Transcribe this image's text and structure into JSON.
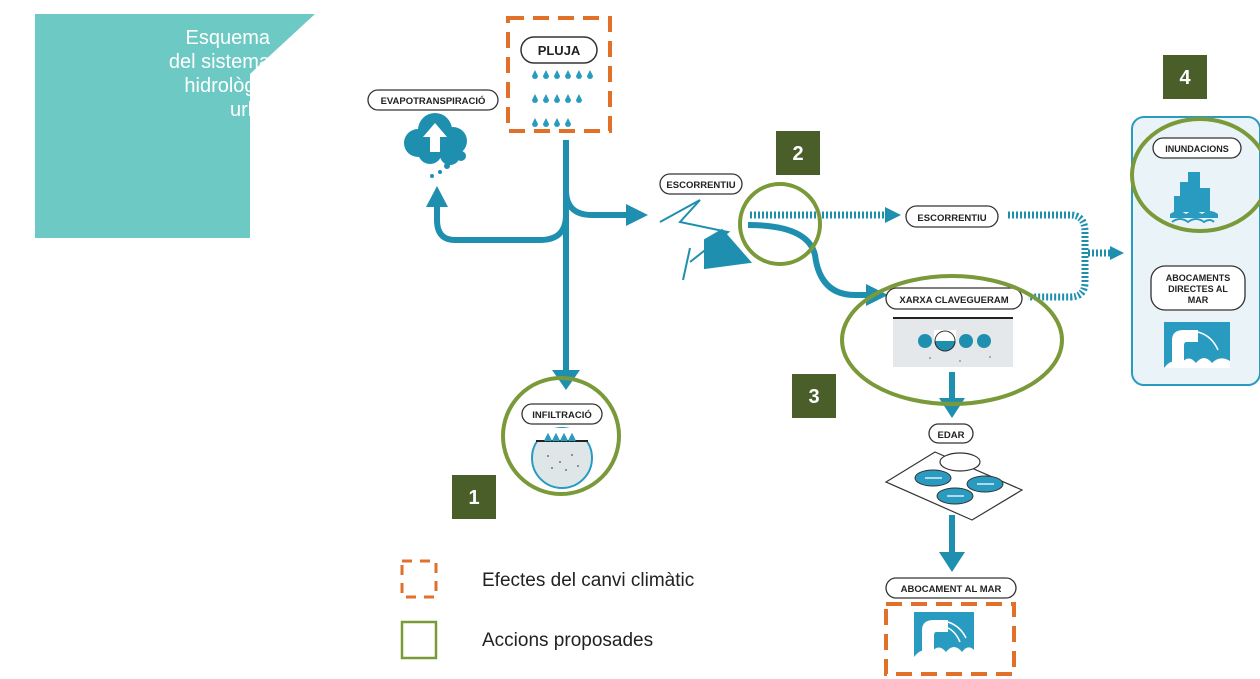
{
  "title_lines": [
    "Esquema",
    "del sistema",
    "hidrològic",
    "urbà"
  ],
  "labels": {
    "pluja": "PLUJA",
    "evapotranspiracio": "EVAPOTRANSPIRACIÓ",
    "escorrentiu_1": "ESCORRENTIU",
    "escorrentiu_2": "ESCORRENTIU",
    "xarxa_clavegueram": "XARXA CLAVEGUERAM",
    "infiltracio": "INFILTRACIÓ",
    "edar": "EDAR",
    "abocament_al_mar": "ABOCAMENT AL MAR",
    "inundacions": "INUNDACIONS",
    "abocaments_1": "ABOCAMENTS",
    "abocaments_2": "DIRECTES AL",
    "abocaments_3": "MAR"
  },
  "numbers": [
    "1",
    "2",
    "3",
    "4"
  ],
  "legend": {
    "climate": "Efectes del canvi climàtic",
    "actions": "Accions proposades"
  },
  "colors": {
    "teal_title": "#6dc9c3",
    "flow_blue": "#1f8fb0",
    "icon_blue": "#2a9bc0",
    "climate_orange": "#e0702a",
    "action_green": "#7a9a3a",
    "number_box": "#4a5e2a"
  }
}
